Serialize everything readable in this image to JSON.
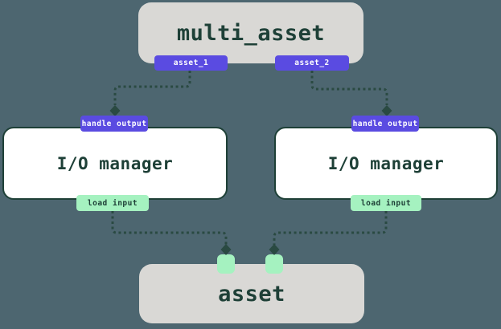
{
  "colors": {
    "background": "#4d6670",
    "node_fill_gray": "#d9d8d5",
    "node_fill_white": "#ffffff",
    "node_border": "#1e4037",
    "badge_purple": "#5a4be1",
    "badge_green": "#a5f2c0",
    "text_dark": "#1e4037",
    "text_light": "#ffffff",
    "connector": "#2a4a42"
  },
  "diagram": {
    "top_node": {
      "label": "multi_asset",
      "outputs": [
        {
          "label": "asset_1"
        },
        {
          "label": "asset_2"
        }
      ]
    },
    "io_managers": [
      {
        "label": "I/O manager",
        "top_badge": "handle output",
        "bottom_badge": "load input"
      },
      {
        "label": "I/O manager",
        "top_badge": "handle output",
        "bottom_badge": "load input"
      }
    ],
    "bottom_node": {
      "label": "asset",
      "input_handle_count": 2
    }
  }
}
